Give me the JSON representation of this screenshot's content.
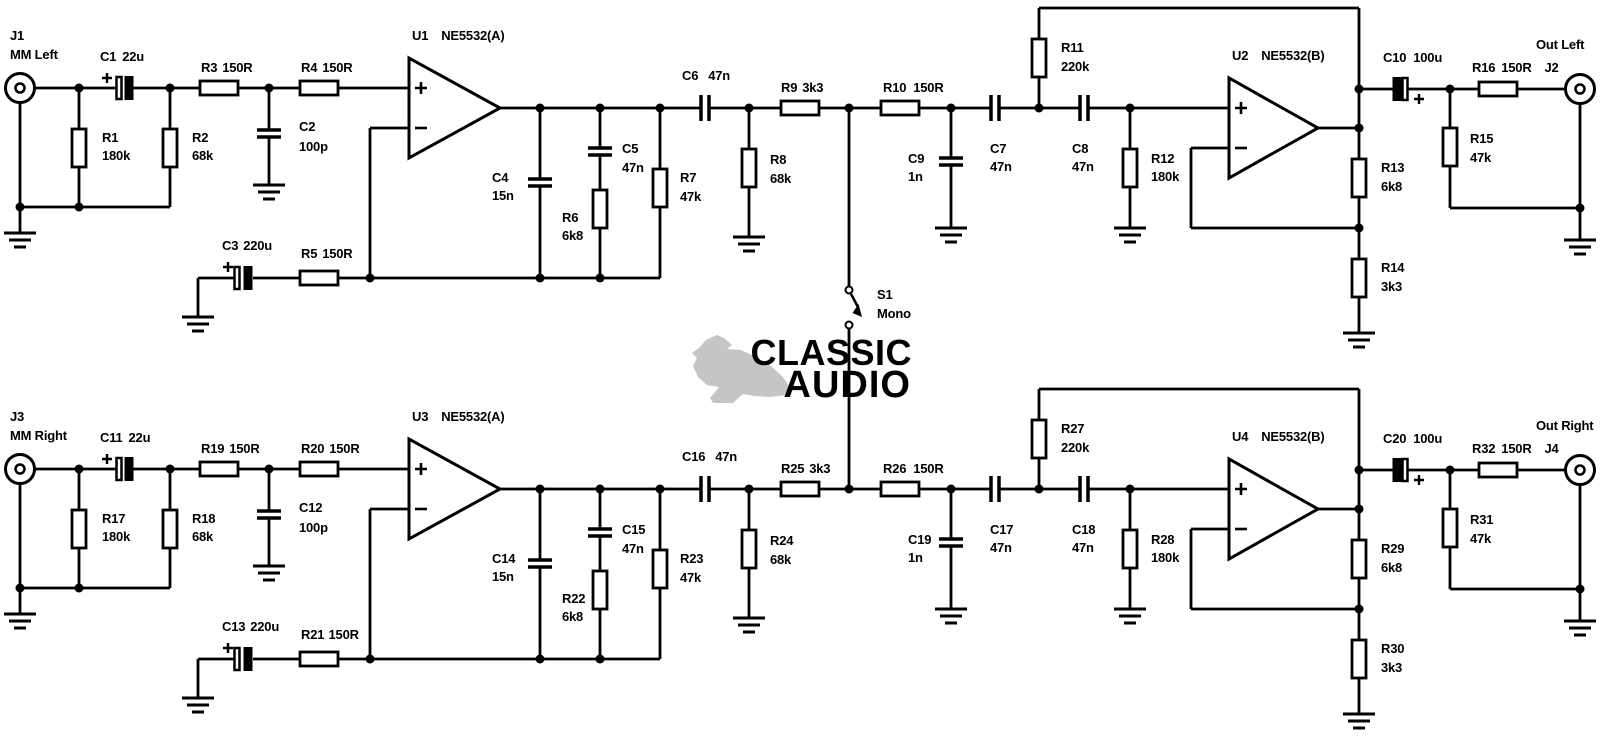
{
  "watermark": {
    "line1": "CLASSIC",
    "line2": "AUDIO",
    "color": "#c5c5c5"
  },
  "switch": {
    "ref": "S1",
    "label": "Mono"
  },
  "channels": [
    {
      "side": "left",
      "input": {
        "ref": "J1",
        "label": "MM Left"
      },
      "output": {
        "ref": "J2",
        "label": "Out Left"
      },
      "opamp1": {
        "ref": "U1",
        "part": "NE5532(A)"
      },
      "opamp2": {
        "ref": "U2",
        "part": "NE5532(B)"
      },
      "components": {
        "c_in": {
          "ref": "C1",
          "value": "22u"
        },
        "r1": {
          "ref": "R1",
          "value": "180k"
        },
        "r2": {
          "ref": "R2",
          "value": "68k"
        },
        "r3": {
          "ref": "R3",
          "value": "150R"
        },
        "r4": {
          "ref": "R4",
          "value": "150R"
        },
        "c2": {
          "ref": "C2",
          "value": "100p"
        },
        "c3": {
          "ref": "C3",
          "value": "220u"
        },
        "r5": {
          "ref": "R5",
          "value": "150R"
        },
        "c4": {
          "ref": "C4",
          "value": "15n"
        },
        "c5": {
          "ref": "C5",
          "value": "47n"
        },
        "r6": {
          "ref": "R6",
          "value": "6k8"
        },
        "r7": {
          "ref": "R7",
          "value": "47k"
        },
        "c6": {
          "ref": "C6",
          "value": "47n"
        },
        "r8": {
          "ref": "R8",
          "value": "68k"
        },
        "r9": {
          "ref": "R9",
          "value": "3k3"
        },
        "r10": {
          "ref": "R10",
          "value": "150R"
        },
        "c9": {
          "ref": "C9",
          "value": "1n"
        },
        "c7": {
          "ref": "C7",
          "value": "47n"
        },
        "c8": {
          "ref": "C8",
          "value": "47n"
        },
        "r11": {
          "ref": "R11",
          "value": "220k"
        },
        "r12": {
          "ref": "R12",
          "value": "180k"
        },
        "c10": {
          "ref": "C10",
          "value": "100u"
        },
        "r13": {
          "ref": "R13",
          "value": "6k8"
        },
        "r14": {
          "ref": "R14",
          "value": "3k3"
        },
        "r15": {
          "ref": "R15",
          "value": "47k"
        },
        "r16": {
          "ref": "R16",
          "value": "150R"
        }
      }
    },
    {
      "side": "right",
      "input": {
        "ref": "J3",
        "label": "MM Right"
      },
      "output": {
        "ref": "J4",
        "label": "Out Right"
      },
      "opamp1": {
        "ref": "U3",
        "part": "NE5532(A)"
      },
      "opamp2": {
        "ref": "U4",
        "part": "NE5532(B)"
      },
      "components": {
        "c_in": {
          "ref": "C11",
          "value": "22u"
        },
        "r1": {
          "ref": "R17",
          "value": "180k"
        },
        "r2": {
          "ref": "R18",
          "value": "68k"
        },
        "r3": {
          "ref": "R19",
          "value": "150R"
        },
        "r4": {
          "ref": "R20",
          "value": "150R"
        },
        "c2": {
          "ref": "C12",
          "value": "100p"
        },
        "c3": {
          "ref": "C13",
          "value": "220u"
        },
        "r5": {
          "ref": "R21",
          "value": "150R"
        },
        "c4": {
          "ref": "C14",
          "value": "15n"
        },
        "c5": {
          "ref": "C15",
          "value": "47n"
        },
        "r6": {
          "ref": "R22",
          "value": "6k8"
        },
        "r7": {
          "ref": "R23",
          "value": "47k"
        },
        "c6": {
          "ref": "C16",
          "value": "47n"
        },
        "r8": {
          "ref": "R24",
          "value": "68k"
        },
        "r9": {
          "ref": "R25",
          "value": "3k3"
        },
        "r10": {
          "ref": "R26",
          "value": "150R"
        },
        "c9": {
          "ref": "C19",
          "value": "1n"
        },
        "c7": {
          "ref": "C17",
          "value": "47n"
        },
        "c8": {
          "ref": "C18",
          "value": "47n"
        },
        "r11": {
          "ref": "R27",
          "value": "220k"
        },
        "r12": {
          "ref": "R28",
          "value": "180k"
        },
        "c10": {
          "ref": "C20",
          "value": "100u"
        },
        "r13": {
          "ref": "R29",
          "value": "6k8"
        },
        "r14": {
          "ref": "R30",
          "value": "3k3"
        },
        "r15": {
          "ref": "R31",
          "value": "47k"
        },
        "r16": {
          "ref": "R32",
          "value": "150R"
        }
      }
    }
  ]
}
